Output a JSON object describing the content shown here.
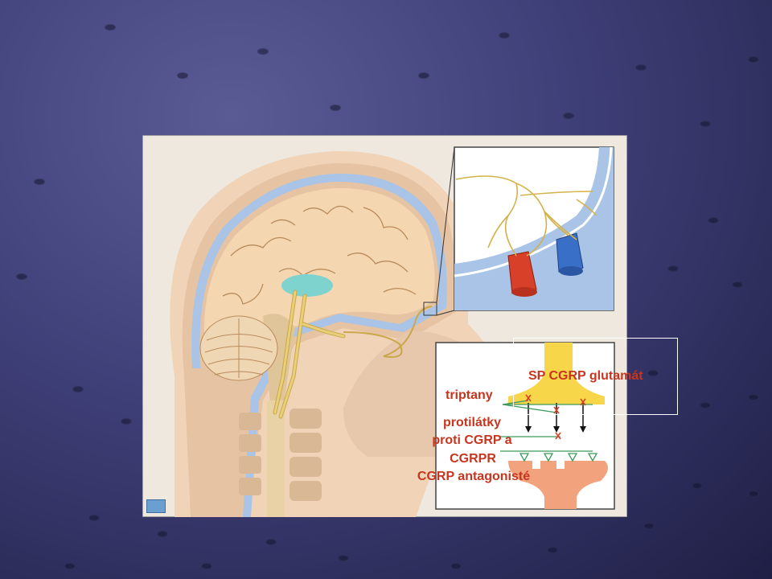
{
  "labels": {
    "neurotransmitters": "SP CGRP glutamát",
    "triptans": "triptany",
    "antibodies_line1": "protilátky",
    "antibodies_line2": "proti CGRP a",
    "antibodies_line3": "CGRPR",
    "antagonists": "CGRP antagonisté"
  },
  "colors": {
    "background": "#3f3f78",
    "label_red": "#c8351e",
    "brain_tan": "#f4d7b0",
    "skin": "#f1d4b8",
    "vessel_blue": "#a9c4e6",
    "nerve_yellow": "#e8cf7a",
    "artery_red": "#d8402a",
    "vein_blue": "#3a6fc7",
    "synapse_yellow": "#f7d64a",
    "postsynaptic_orange": "#f2a27c"
  },
  "icons": {
    "logo": "grid-logo-icon"
  }
}
